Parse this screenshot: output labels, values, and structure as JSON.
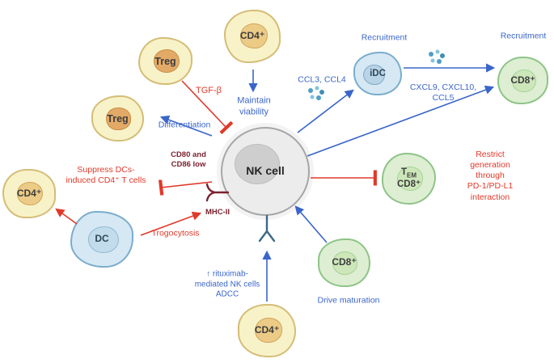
{
  "accent_colors": {
    "blue": "#3a66c9",
    "red": "#e0392a",
    "maroon": "#7b2230"
  },
  "cells": {
    "cd4_top": {
      "label": "CD4⁺"
    },
    "treg_upper": {
      "label": "Treg"
    },
    "treg_lower": {
      "label": "Treg"
    },
    "cd4_left": {
      "label": "CD4⁺"
    },
    "dc": {
      "label": "DC"
    },
    "cd4_bottom": {
      "label": "CD4⁺"
    },
    "nk": {
      "label": "NK cell"
    },
    "idc": {
      "label": "iDC"
    },
    "cd8_top_right": {
      "label": "CD8⁺"
    },
    "tem_cd8": {
      "t": "T",
      "sub": "EM",
      "line2": "CD8⁺"
    },
    "cd8_bottom_right": {
      "label": "CD8⁺"
    }
  },
  "annotations": {
    "tgf_beta": "TGF-β",
    "maintain_viability": "Maintain\nviability",
    "differentiation": "Differentiation",
    "cd80_cd86": "CD80 and\nCD86 low",
    "suppress": "Suppress DCs-\ninduced CD4⁺ T cells",
    "mhc_ii": "MHC-II",
    "trogocytosis": "Trogocytosis",
    "rituximab": "↑ rituximab-\nmediated NK cells\nADCC",
    "ccl3_ccl4": "CCL3, CCL4",
    "recruitment_idc": "Recruitment",
    "recruitment_cd8": "Recruitment",
    "cxcl9_cxcl10_ccl5": "CXCL9, CXCL10,\nCCL5",
    "restrict_pd1": "Restrict generation through\nPD-1/PD-L1 interaction",
    "drive_maturation": "Drive maturation"
  },
  "icons": {
    "mhc_ii_receptor": "mhc-ii-receptor",
    "antibody": "antibody",
    "cytokine_dots": "cytokine-dots"
  }
}
